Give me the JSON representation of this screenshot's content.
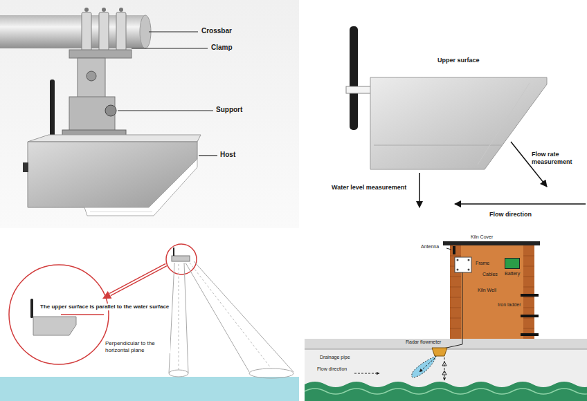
{
  "diagram": {
    "nodes": [
      {
        "text": [
          "Battery"
        ]
      }
    ],
    "labels": [
      "Crossbar",
      "Clamp",
      "Support",
      "Host",
      "Upper surface",
      "Flow rate measurement",
      "Water level measurement",
      "Flow direction",
      "The upper surface is parallel to the water surface",
      "Perpendicular to the horizontal plane",
      "Antenna",
      "Kiln Cover",
      "Frame",
      "Cables",
      "Kiln Well",
      "Iron ladder",
      "Radar flowmeter",
      "Drainage pipe",
      "Flow direction"
    ]
  }
}
